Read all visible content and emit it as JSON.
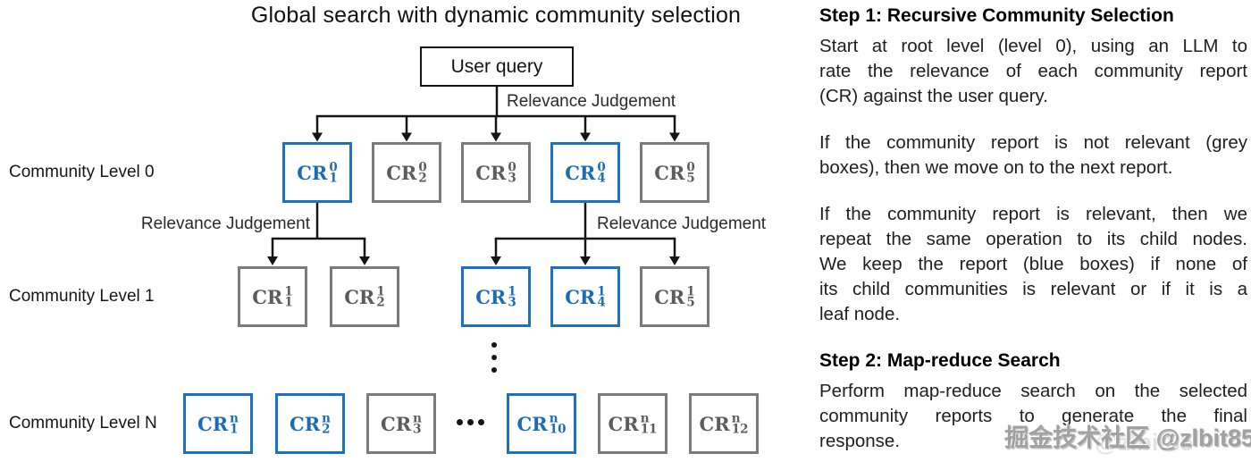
{
  "colors": {
    "accent_blue": "#1b72c1",
    "box_grey": "#7b7b7b",
    "line_black": "#141414"
  },
  "diagram": {
    "title": "Global search with dynamic community selection",
    "user_query_label": "User query",
    "relevance_judgement_labels": {
      "top": "Relevance Judgement",
      "left": "Relevance Judgement",
      "right": "Relevance Judgement"
    },
    "ellipsis_vertical_icon": "vertical-dots",
    "ellipsis_horizontal_icon": "horizontal-dots",
    "levels": [
      {
        "label": "Community Level 0",
        "boxes": [
          {
            "base": "CR",
            "sup": "0",
            "sub": "1",
            "variant": "blue"
          },
          {
            "base": "CR",
            "sup": "0",
            "sub": "2",
            "variant": "grey"
          },
          {
            "base": "CR",
            "sup": "0",
            "sub": "3",
            "variant": "grey"
          },
          {
            "base": "CR",
            "sup": "0",
            "sub": "4",
            "variant": "blue"
          },
          {
            "base": "CR",
            "sup": "0",
            "sub": "5",
            "variant": "grey"
          }
        ]
      },
      {
        "label": "Community Level 1",
        "boxes": [
          {
            "base": "CR",
            "sup": "1",
            "sub": "1",
            "variant": "grey"
          },
          {
            "base": "CR",
            "sup": "1",
            "sub": "2",
            "variant": "grey"
          },
          {
            "base": "CR",
            "sup": "1",
            "sub": "3",
            "variant": "blue"
          },
          {
            "base": "CR",
            "sup": "1",
            "sub": "4",
            "variant": "blue"
          },
          {
            "base": "CR",
            "sup": "1",
            "sub": "5",
            "variant": "grey"
          }
        ]
      },
      {
        "label": "Community Level N",
        "boxes": [
          {
            "base": "CR",
            "sup": "n",
            "sub": "1",
            "variant": "blue"
          },
          {
            "base": "CR",
            "sup": "n",
            "sub": "2",
            "variant": "blue"
          },
          {
            "base": "CR",
            "sup": "n",
            "sub": "3",
            "variant": "grey"
          },
          {
            "base": "CR",
            "sup": "n",
            "sub": "10",
            "variant": "blue"
          },
          {
            "base": "CR",
            "sup": "n",
            "sub": "11",
            "variant": "grey"
          },
          {
            "base": "CR",
            "sup": "n",
            "sub": "12",
            "variant": "grey"
          }
        ]
      }
    ]
  },
  "explanation": {
    "steps": [
      {
        "heading": "Step 1: Recursive Community Selection",
        "paragraphs": [
          [
            "Start at root level (level 0), using an LLM to",
            "rate the relevance of each community report",
            "(CR) against the user query."
          ],
          [
            "If the community report is not relevant (grey",
            "boxes), then we move on to the next report."
          ],
          [
            "If the community report is relevant, then we",
            "repeat the same operation to its child nodes.",
            "We keep the report (blue boxes) if none of",
            "its child communities is relevant or if it is a",
            "leaf node."
          ]
        ]
      },
      {
        "heading": "Step 2: Map-reduce Search",
        "paragraphs": [
          [
            "Perform map-reduce search on the selected",
            "community reports to generate the final",
            "response."
          ]
        ]
      }
    ]
  },
  "watermark": {
    "text": "掘金技术社区 @zlbit85",
    "ghost": "@zlbit85"
  }
}
